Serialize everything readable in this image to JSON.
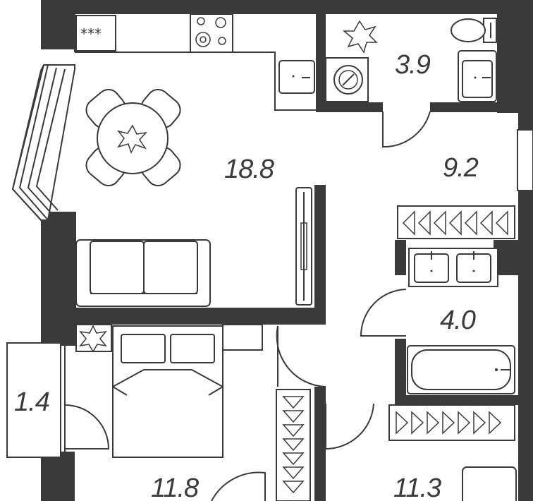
{
  "rooms": {
    "kitchen_living": {
      "area": "18.8"
    },
    "bathroom_small": {
      "area": "3.9"
    },
    "hallway": {
      "area": "9.2"
    },
    "bathroom": {
      "area": "4.0"
    },
    "balcony": {
      "area": "1.4"
    },
    "bedroom": {
      "area": "11.8"
    },
    "room_right": {
      "area": "11.3"
    }
  },
  "cooktop_label": "***",
  "colors": {
    "wall": "#3a3a3a",
    "background": "#ffffff"
  }
}
